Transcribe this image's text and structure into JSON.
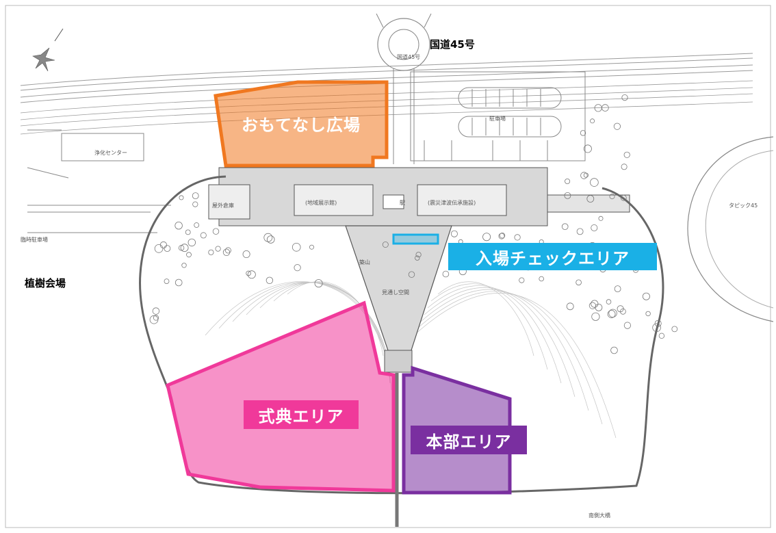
{
  "labels": {
    "route": "国道45号",
    "route_small": "国道45号",
    "planting_venue": "植樹会場",
    "parking": "駐車場",
    "center_left": "(地域展示館)",
    "center_right": "(震災津波伝承施設)",
    "station": "駅",
    "left_small": "浄化センター",
    "left_small2": "屋外倉庫",
    "right_small": "タピック45",
    "left_parking": "臨時駐車場",
    "hill": "築山",
    "view": "見通し空間",
    "south": "南側大橋"
  },
  "zones": {
    "hospitality": {
      "label": "おもてなし広場",
      "color": "#f07820"
    },
    "entrance_check": {
      "label": "入場チェックエリア",
      "color": "#1ab0e6"
    },
    "ceremony": {
      "label": "式典エリア",
      "color": "#f0399a"
    },
    "headquarters": {
      "label": "本部エリア",
      "color": "#7a2fa0"
    }
  }
}
